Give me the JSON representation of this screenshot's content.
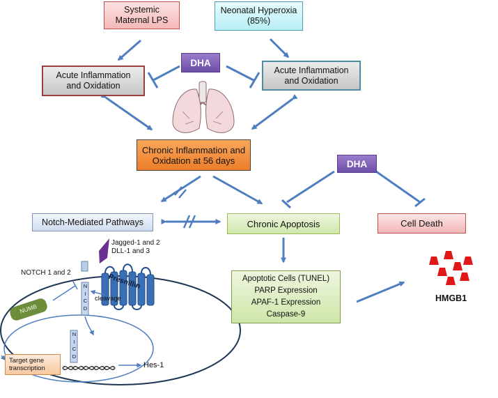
{
  "boxes": {
    "maternal_lps": "Systemic\nMaternal LPS",
    "neonatal_hyperoxia": "Neonatal Hyperoxia\n(85%)",
    "dha_top": "DHA",
    "acute_left": "Acute Inflammation\nand Oxidation",
    "acute_right": "Acute Inflammation\nand Oxidation",
    "chronic_inflammation": "Chronic Inflammation and\nOxidation at 56 days",
    "dha_right": "DHA",
    "notch_pathways": "Notch-Mediated Pathways",
    "chronic_apoptosis": "Chronic Apoptosis",
    "cell_death": "Cell Death",
    "apoptotic_markers": "Apoptotic Cells (TUNEL)\nPARP Expression\nAPAF-1 Expression\nCaspase-9",
    "target_gene": "Target gene\ntranscription"
  },
  "labels": {
    "jagged": "Jagged-1 and 2\nDLL-1 and 3",
    "notch": "NOTCH 1 and 2",
    "presenilin": "Presnillin",
    "cleavage": "cleavage",
    "numb": "NUMB",
    "nicd_1": "N\nI\nC\nD",
    "nicd_2": "N\nI\nC\nD",
    "hes1": "Hes-1",
    "hmgb1": "HMGB1"
  },
  "colors": {
    "arrow": "#4f7ec0",
    "dha": "#6d4ea8",
    "jagged": "#6b2f8f",
    "presenilin": "#3b6fb5",
    "hmgb1": "#e01818",
    "numb": "#6e8d3a"
  }
}
